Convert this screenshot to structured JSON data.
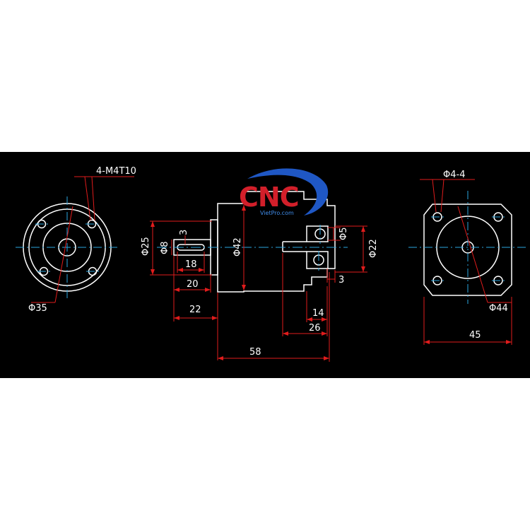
{
  "drawing": {
    "background": "#000000",
    "frame_color": "#ffffff",
    "dimension_color": "#e01c1c",
    "centerline_color": "#2aa6e0",
    "labels": {
      "left_thread": "4-M4T10",
      "left_diameter": "Φ35",
      "shaft_dia_25": "Φ25",
      "shaft_dia_8": "Φ8",
      "key_3": "3",
      "key_len_18": "18",
      "len_20": "20",
      "len_22": "22",
      "body_dia_42": "Φ42",
      "input_dia_5": "Φ5",
      "pilot_dia_22": "Φ22",
      "flange_3": "3",
      "len_14": "14",
      "len_26": "26",
      "len_58": "58",
      "right_holes": "Φ4-4",
      "right_pcd": "Φ44",
      "right_square": "45"
    }
  },
  "logo": {
    "text": "CNC",
    "subtext": "VietPro.com",
    "color": "#d21f2a",
    "swoosh_color": "#1f57c4"
  }
}
